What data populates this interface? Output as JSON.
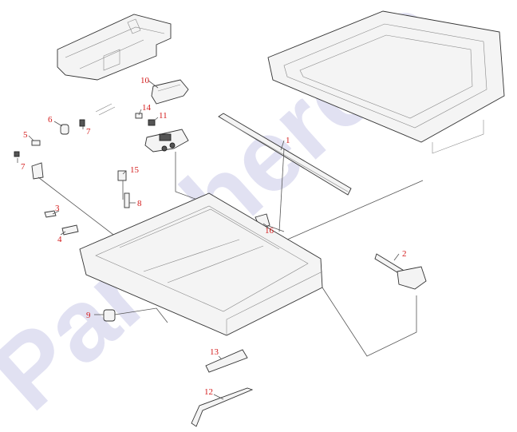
{
  "watermark": "Partshere.c",
  "callouts": [
    {
      "id": "c1",
      "label": "1"
    },
    {
      "id": "c2",
      "label": "2"
    },
    {
      "id": "c3",
      "label": "3"
    },
    {
      "id": "c4",
      "label": "4"
    },
    {
      "id": "c5",
      "label": "5"
    },
    {
      "id": "c6",
      "label": "6"
    },
    {
      "id": "c7a",
      "label": "7"
    },
    {
      "id": "c7b",
      "label": "7"
    },
    {
      "id": "c8",
      "label": "8"
    },
    {
      "id": "c9",
      "label": "9"
    },
    {
      "id": "c10",
      "label": "10"
    },
    {
      "id": "c11",
      "label": "11"
    },
    {
      "id": "c12",
      "label": "12"
    },
    {
      "id": "c13",
      "label": "13"
    },
    {
      "id": "c14",
      "label": "14"
    },
    {
      "id": "c15",
      "label": "15"
    },
    {
      "id": "c16",
      "label": "16"
    }
  ],
  "colors": {
    "label": "#d41c1c",
    "watermark": "#dcdcf0"
  }
}
